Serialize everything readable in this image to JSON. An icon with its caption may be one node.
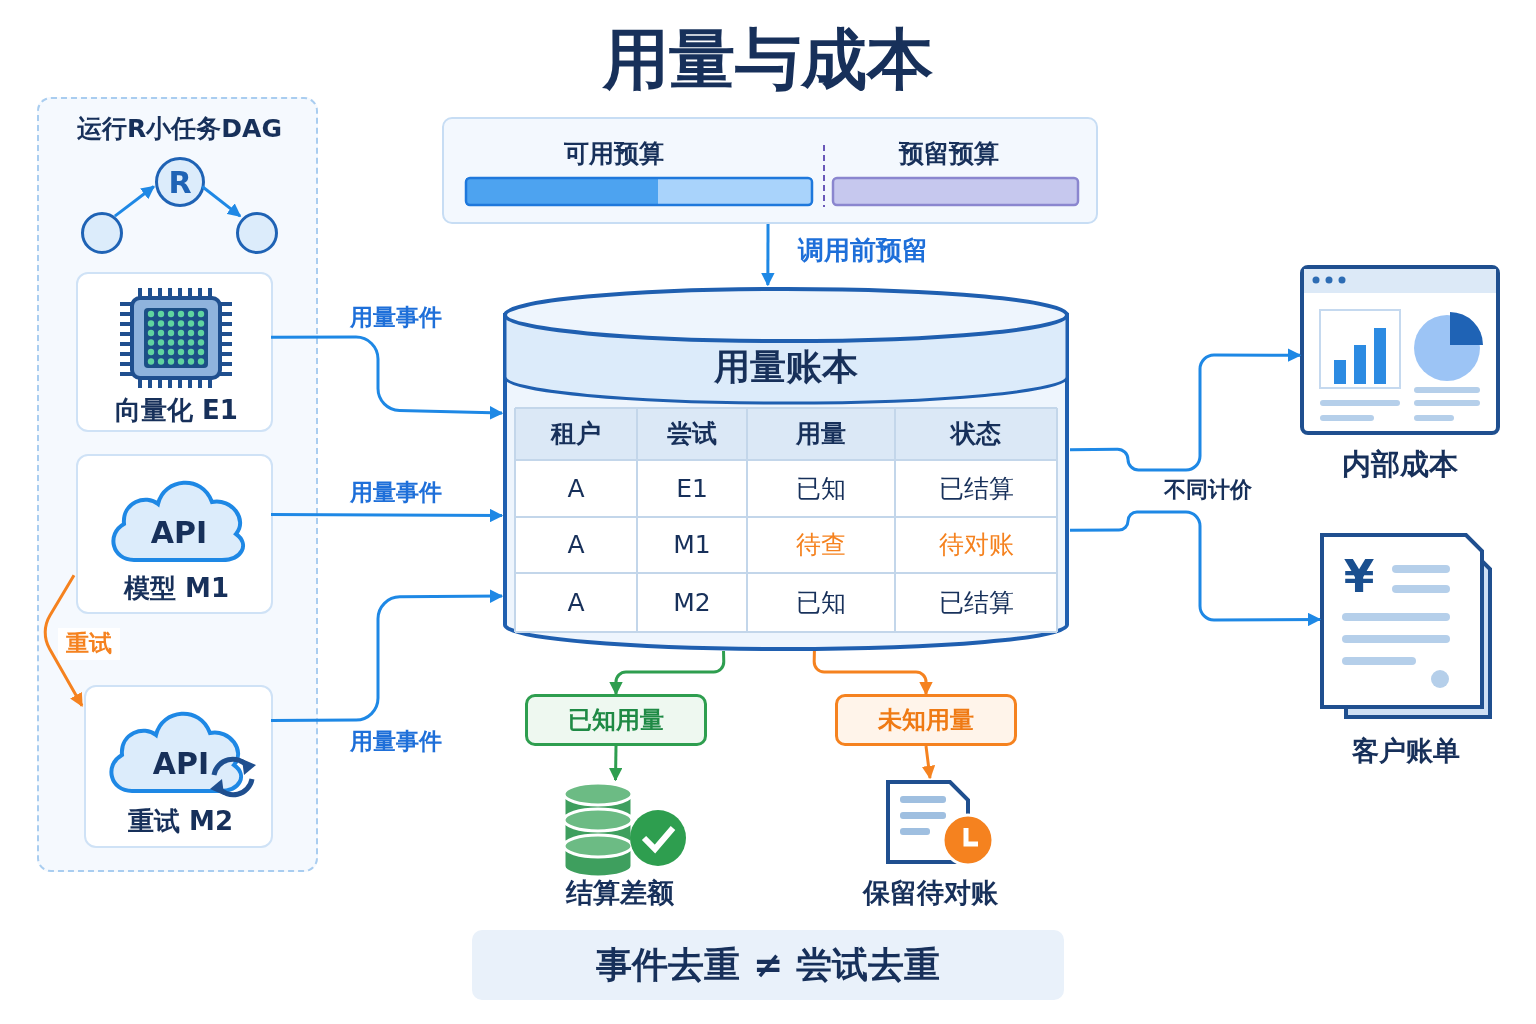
{
  "diagram": {
    "title": "用量与成本",
    "nodes": [
      {
        "text": [
          "运行R小任务DAG"
        ]
      },
      {
        "text": [
          "R"
        ],
        "in": 0
      },
      {
        "text": [],
        "shape": "circle",
        "in": 0
      },
      {
        "text": [],
        "shape": "circle",
        "in": 0
      },
      {
        "text": [
          "向量化 E1"
        ],
        "in": 0
      },
      {
        "text": [
          "API",
          "模型 M1"
        ],
        "in": 0
      },
      {
        "text": [
          "API",
          "重试 M2"
        ],
        "in": 0
      },
      {
        "text": [
          "可用预算",
          "预留预算"
        ]
      },
      {
        "text": [
          "用量账本"
        ]
      },
      {
        "text": [
          "已知用量"
        ]
      },
      {
        "text": [
          "未知用量"
        ]
      },
      {
        "text": [
          "结算差额"
        ]
      },
      {
        "text": [
          "保留待对账"
        ]
      },
      {
        "text": [
          "内部成本"
        ]
      },
      {
        "text": [
          "客户账单"
        ]
      },
      {
        "text": [
          "事件去重 ≠ 尝试去重"
        ]
      }
    ],
    "edges": [
      {
        "from": 2,
        "to": 1,
        "arrow": "to"
      },
      {
        "from": 1,
        "to": 3,
        "arrow": "to"
      },
      {
        "from": 4,
        "to": 8,
        "arrow": "to",
        "label": "用量事件"
      },
      {
        "from": 5,
        "to": 8,
        "arrow": "to",
        "label": "用量事件"
      },
      {
        "from": 6,
        "to": 8,
        "arrow": "to",
        "label": "用量事件"
      },
      {
        "from": 5,
        "to": 6,
        "arrow": "to",
        "label": "重试",
        "color": "#f5821f"
      },
      {
        "from": 7,
        "to": 8,
        "arrow": "to",
        "label": "调用前预留"
      },
      {
        "from": 8,
        "to": 9,
        "arrow": "to",
        "color": "#2e9e4f"
      },
      {
        "from": 8,
        "to": 10,
        "arrow": "to",
        "color": "#f5821f"
      },
      {
        "from": 9,
        "to": 11,
        "arrow": "to",
        "color": "#2e9e4f"
      },
      {
        "from": 10,
        "to": 12,
        "arrow": "to",
        "color": "#f5821f"
      },
      {
        "from": 8,
        "to": 13,
        "arrow": "to",
        "label": "不同计价"
      },
      {
        "from": 8,
        "to": 14,
        "arrow": "to"
      }
    ],
    "labels": [
      "租户",
      "尝试",
      "用量",
      "状态",
      "A",
      "E1",
      "已知",
      "已结算",
      "A",
      "M1",
      "待查",
      "待对账",
      "A",
      "M2",
      "已知",
      "已结算",
      "¥"
    ]
  }
}
